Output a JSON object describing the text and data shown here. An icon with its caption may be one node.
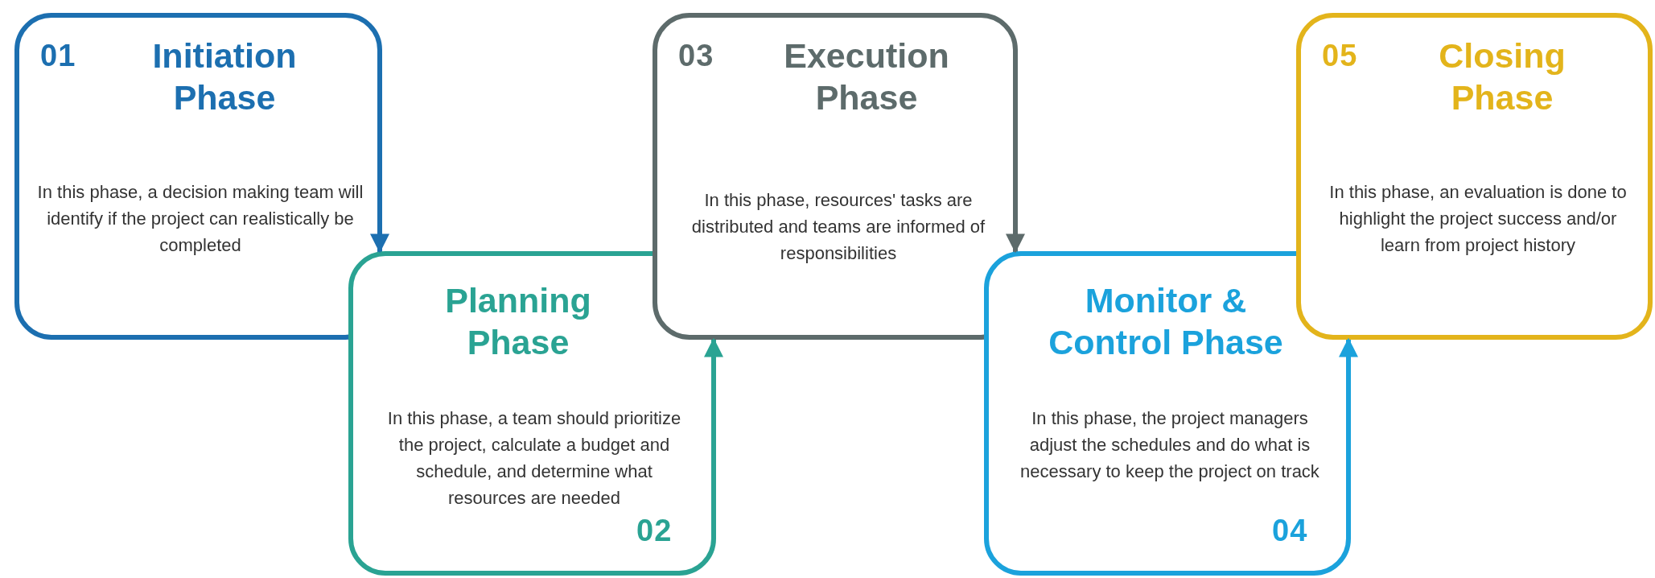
{
  "diagram": {
    "nodes": [
      {
        "text": [
          "01",
          "Initiation Phase",
          "In this phase, a  decision making team will identify if the project can realistically be completed"
        ]
      },
      {
        "text": [
          "Planning Phase",
          "In this phase, a team should prioritize the project, calculate a budget and schedule, and determine what resources are needed",
          "02"
        ]
      },
      {
        "text": [
          "03",
          "Execution Phase",
          "In this phase, resources' tasks are distributed and teams are informed of responsibilities"
        ]
      },
      {
        "text": [
          "Monitor & Control Phase",
          "In this phase, the project managers adjust the schedules and do what is necessary to keep the project on track",
          "04"
        ]
      },
      {
        "text": [
          "05",
          "Closing Phase",
          "In this phase, an evaluation is done to highlight the project success and/or learn from project history"
        ]
      }
    ],
    "edges": [
      {
        "from": 0,
        "to": 1,
        "arrow": "to"
      },
      {
        "from": 1,
        "to": 2,
        "arrow": "to"
      },
      {
        "from": 2,
        "to": 3,
        "arrow": "to"
      },
      {
        "from": 3,
        "to": 4,
        "arrow": "to"
      }
    ]
  }
}
